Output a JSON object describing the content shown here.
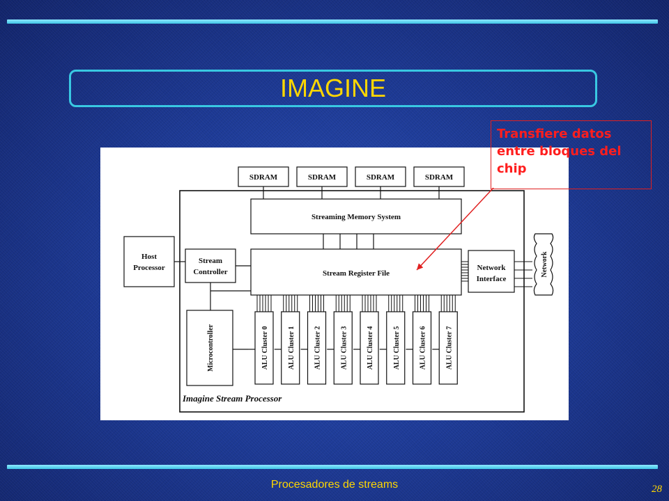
{
  "title": "IMAGINE",
  "callout": "Transfiere datos entre bloques del chip",
  "footer": "Procesadores de streams",
  "page_number": "28",
  "colors": {
    "title": "#ffd700",
    "rule": "#39c8e2",
    "callout": "#ff1e1e"
  },
  "diagram": {
    "sdram": [
      "SDRAM",
      "SDRAM",
      "SDRAM",
      "SDRAM"
    ],
    "memory_system": "Streaming Memory System",
    "register_file": "Stream Register File",
    "host": [
      "Host",
      "Processor"
    ],
    "controller": [
      "Stream",
      "Controller"
    ],
    "network_interface": [
      "Network",
      "Interface"
    ],
    "network": "Network",
    "microcontroller": "Microcontroller",
    "clusters": [
      "ALU Cluster 0",
      "ALU Cluster 1",
      "ALU Cluster 2",
      "ALU Cluster 3",
      "ALU Cluster 4",
      "ALU Cluster 5",
      "ALU Cluster 6",
      "ALU Cluster 7"
    ],
    "caption": "Imagine Stream Processor"
  }
}
